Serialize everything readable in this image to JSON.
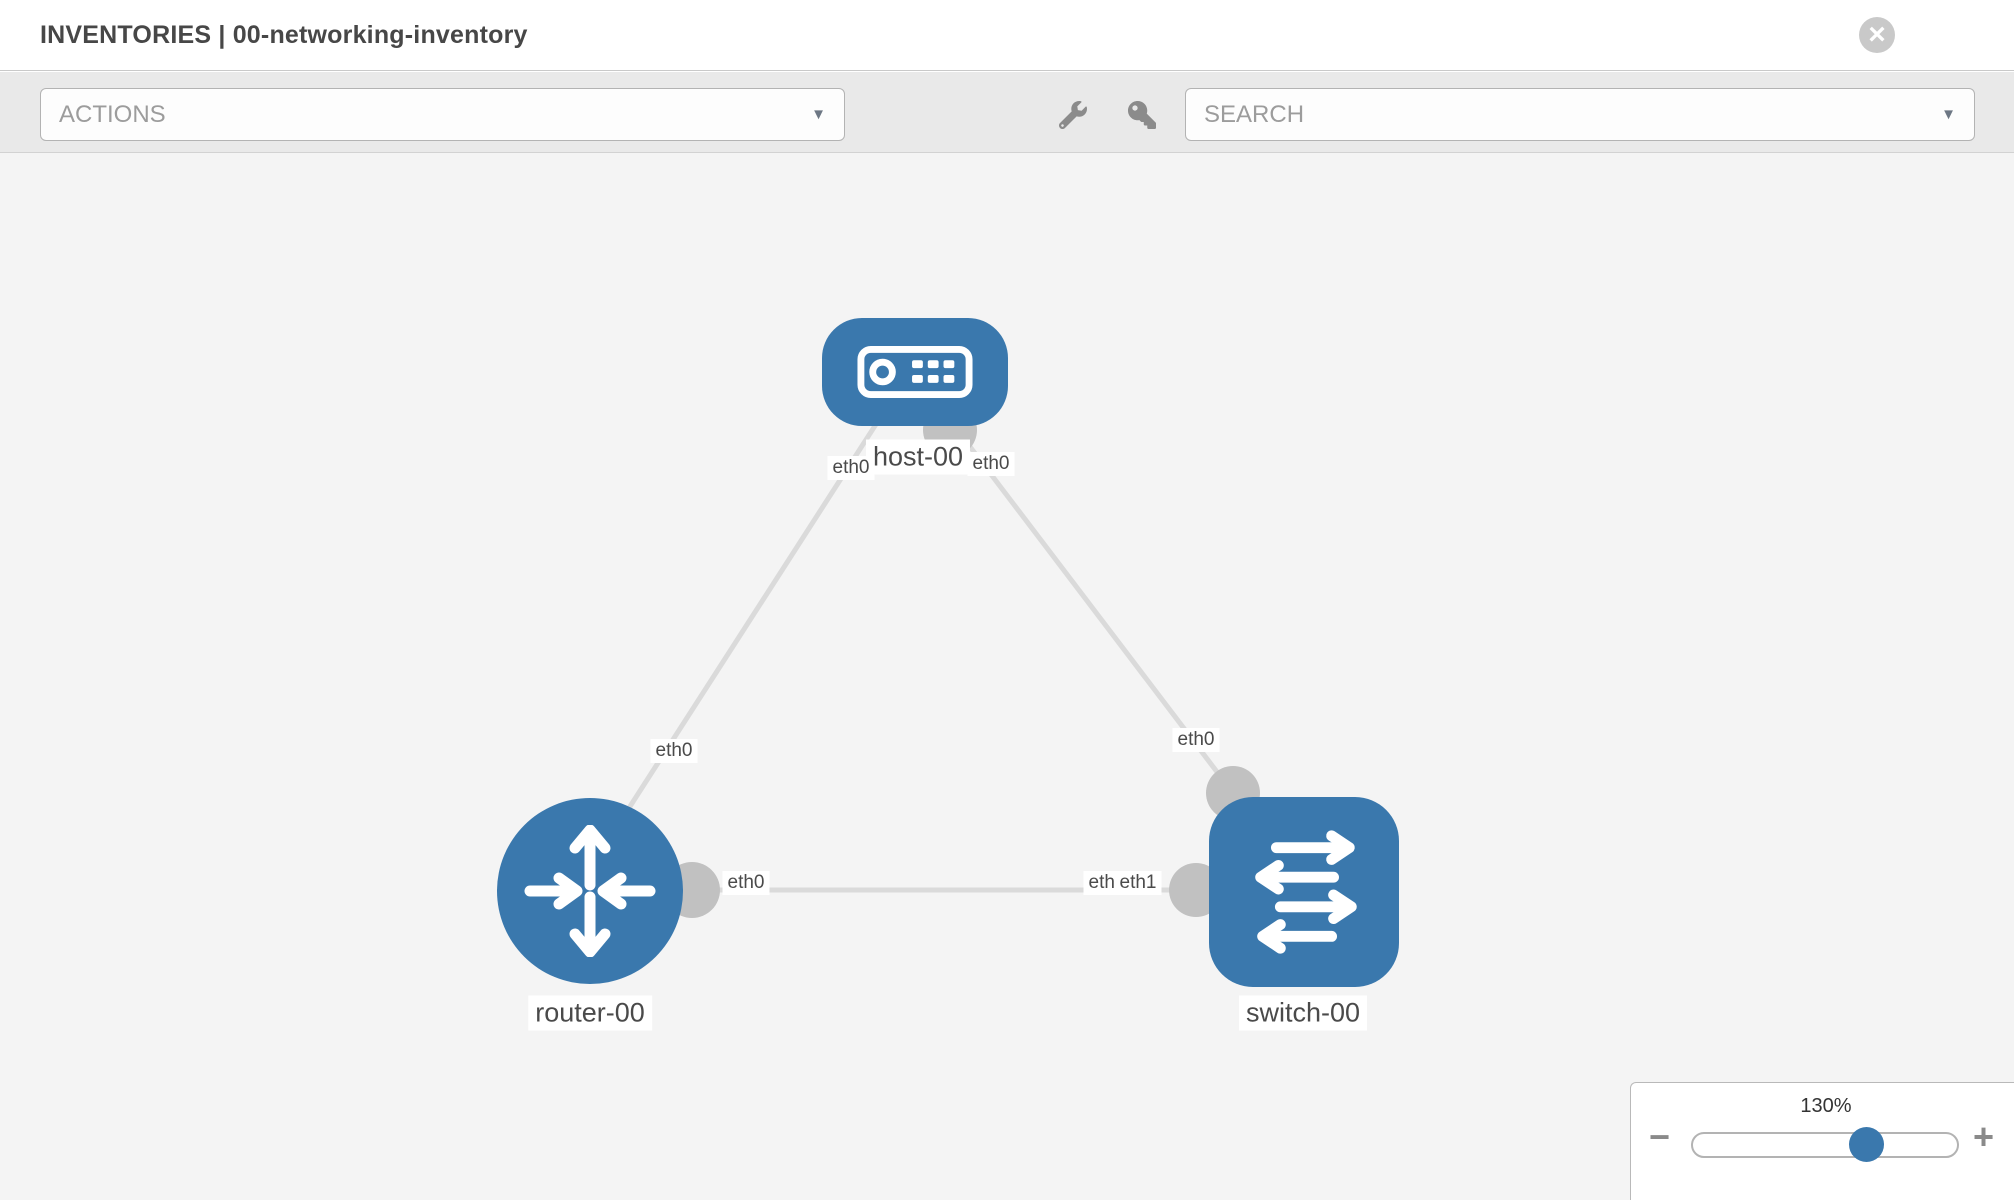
{
  "header": {
    "title": "INVENTORIES | 00-networking-inventory",
    "close_glyph": "×"
  },
  "toolbar": {
    "actions_label": "ACTIONS",
    "search_placeholder": "SEARCH",
    "caret_glyph": "▼",
    "icons": [
      "wrench-icon",
      "key-icon"
    ]
  },
  "diagram": {
    "nodes": [
      {
        "id": "host-00",
        "type": "host",
        "label": "host-00"
      },
      {
        "id": "router-00",
        "type": "router",
        "label": "router-00"
      },
      {
        "id": "switch-00",
        "type": "switch",
        "label": "switch-00"
      }
    ],
    "interface_labels": {
      "host_left": "eth0",
      "host_right": "eth0",
      "router_top": "eth0",
      "switch_top": "eth0",
      "router_right": "eth0",
      "switch_left_hidden": "eth0",
      "switch_left": "eth1"
    },
    "links": [
      {
        "from": "host-00",
        "from_interface": "eth0",
        "to": "router-00",
        "to_interface": "eth0"
      },
      {
        "from": "host-00",
        "from_interface": "eth0",
        "to": "switch-00",
        "to_interface": "eth0"
      },
      {
        "from": "router-00",
        "from_interface": "eth0",
        "to": "switch-00",
        "to_interface": "eth1"
      }
    ],
    "colors": {
      "node_blue": "#3a78ad",
      "link_gray": "#dadada",
      "interface_gray": "#c1c1c1",
      "canvas_bg": "#f4f4f4"
    }
  },
  "zoom_control": {
    "level": "130%",
    "minus_glyph": "−",
    "plus_glyph": "+"
  }
}
